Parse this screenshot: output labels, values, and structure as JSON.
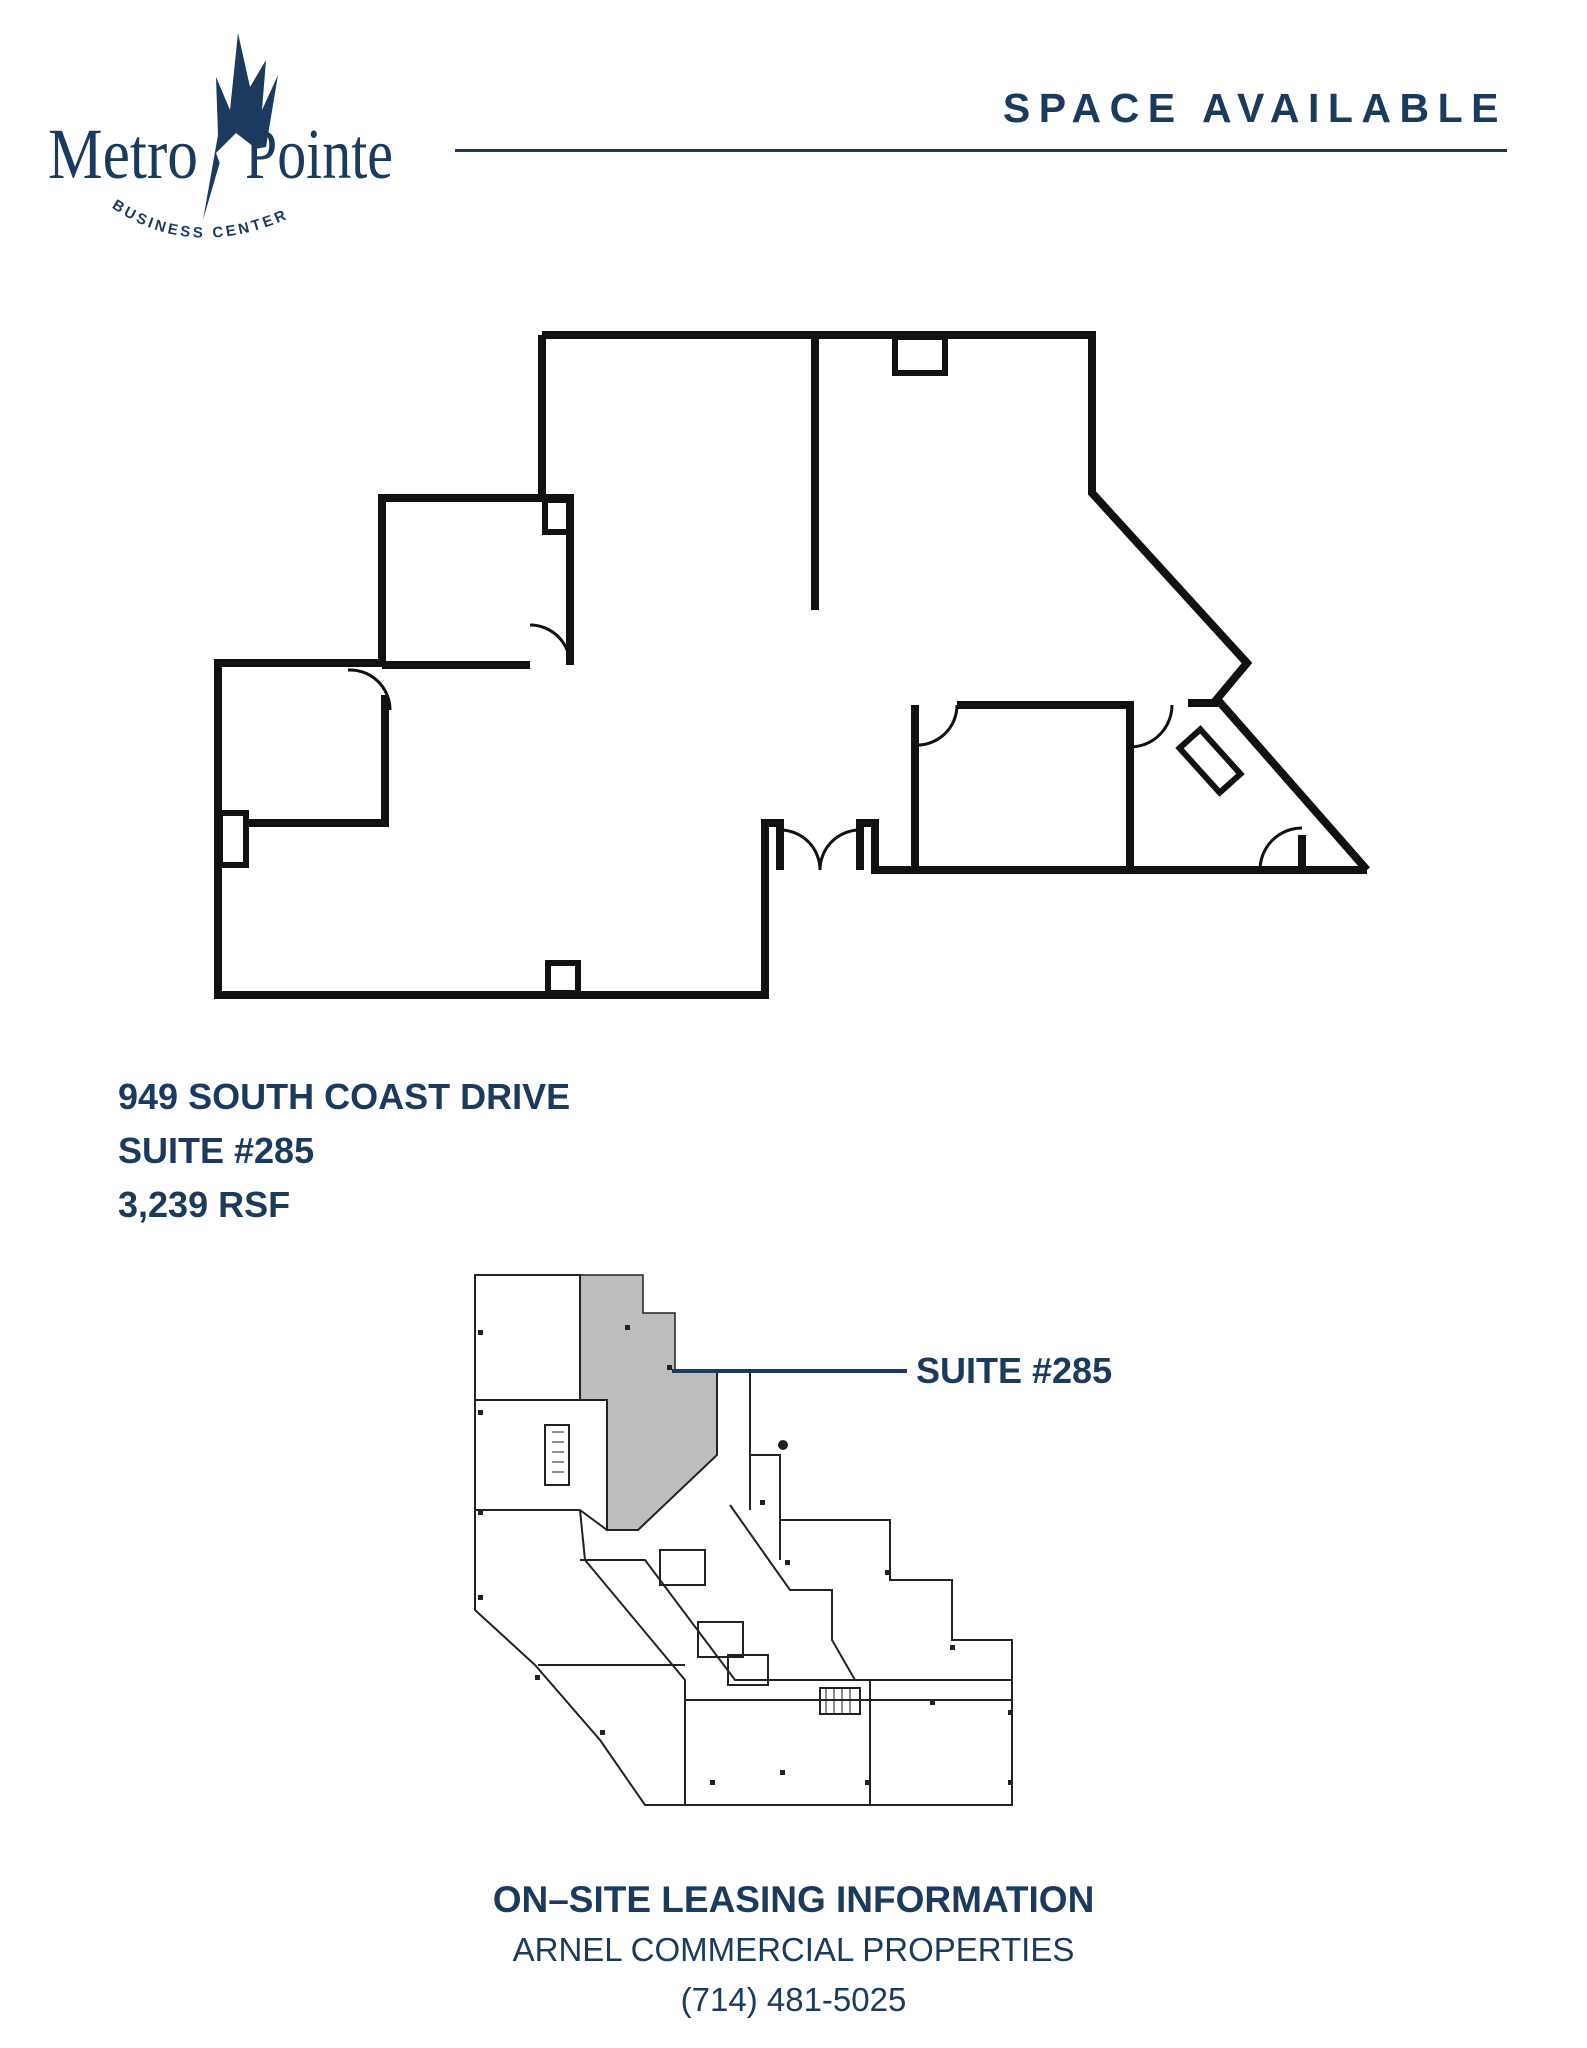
{
  "logo": {
    "word_left": "Metro",
    "word_right": "Pointe",
    "tagline": "BUSINESS CENTER",
    "color": "#1b3a5e"
  },
  "header": {
    "title": "SPACE AVAILABLE"
  },
  "suite_info": {
    "address": "949 SOUTH COAST DRIVE",
    "suite": "SUITE #285",
    "area": "3,239 RSF"
  },
  "site_plan": {
    "callout_label": "SUITE #285",
    "highlight_color": "#bdbdbd"
  },
  "leasing": {
    "heading": "ON–SITE LEASING INFORMATION",
    "company": "ARNEL COMMERCIAL PROPERTIES",
    "phone": "(714) 481-5025"
  },
  "colors": {
    "brand_navy": "#1b3a5e"
  }
}
